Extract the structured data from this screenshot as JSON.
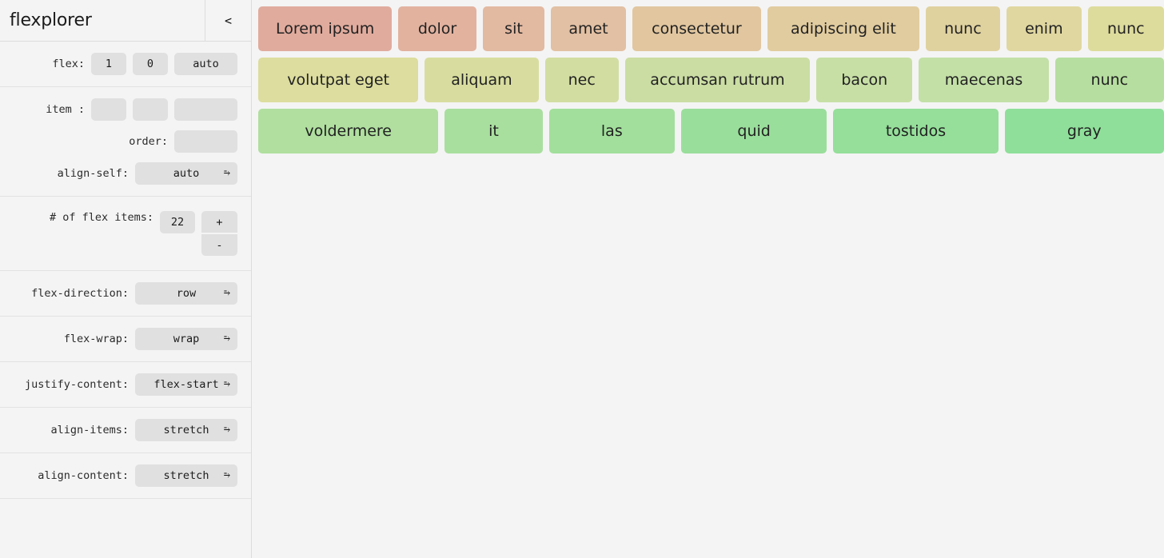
{
  "app": {
    "title": "flexplorer",
    "collapse_icon": "chevron-left-icon",
    "collapse_glyph": "<"
  },
  "sidebar": {
    "sections": [
      {
        "name": "flex-shorthand",
        "rows": [
          {
            "label": "flex:",
            "type": "triple-input",
            "values": [
              "1",
              "0",
              "auto"
            ]
          }
        ]
      },
      {
        "name": "item-settings",
        "rows": [
          {
            "label": "item :",
            "type": "triple-input",
            "values": [
              "",
              "",
              ""
            ]
          },
          {
            "label": "order:",
            "type": "input",
            "value": ""
          },
          {
            "label": "align-self:",
            "type": "select",
            "value": "auto"
          }
        ]
      },
      {
        "name": "item-count",
        "rows": [
          {
            "label": "# of flex items:",
            "type": "stepper",
            "value": "22",
            "plus_label": "+",
            "minus_label": "-"
          }
        ]
      },
      {
        "name": "flex-direction",
        "rows": [
          {
            "label": "flex-direction:",
            "type": "select",
            "value": "row"
          }
        ]
      },
      {
        "name": "flex-wrap",
        "rows": [
          {
            "label": "flex-wrap:",
            "type": "select",
            "value": "wrap"
          }
        ]
      },
      {
        "name": "justify-content",
        "rows": [
          {
            "label": "justify-content:",
            "type": "select",
            "value": "flex-start"
          }
        ]
      },
      {
        "name": "align-items",
        "rows": [
          {
            "label": "align-items:",
            "type": "select",
            "value": "stretch"
          }
        ]
      },
      {
        "name": "align-content",
        "rows": [
          {
            "label": "align-content:",
            "type": "select",
            "value": "stretch"
          }
        ]
      }
    ]
  },
  "canvas": {
    "items": [
      {
        "label": "Lorem ipsum",
        "color": "#e0ab9d",
        "grow": 152
      },
      {
        "label": "dolor",
        "color": "#e2b29f",
        "grow": 96
      },
      {
        "label": "sit",
        "color": "#e2b9a1",
        "grow": 76
      },
      {
        "label": "amet",
        "color": "#e2c0a3",
        "grow": 92
      },
      {
        "label": "consectetur",
        "color": "#e1c69f",
        "grow": 160
      },
      {
        "label": "adipiscing elit",
        "color": "#e1cc9f",
        "grow": 188
      },
      {
        "label": "nunc",
        "color": "#e0d29f",
        "grow": 92
      },
      {
        "label": "enim",
        "color": "#e0d7a0",
        "grow": 92
      },
      {
        "label": "nunc",
        "color": "#dedc9c",
        "grow": 94
      },
      {
        "label": "volutpat eget",
        "color": "#dcdd9e",
        "grow": 183
      },
      {
        "label": "aliquam",
        "color": "#d8dd9f",
        "grow": 125
      },
      {
        "label": "nec",
        "color": "#d2dda1",
        "grow": 75
      },
      {
        "label": "accumsan rutrum",
        "color": "#cbdda3",
        "grow": 214
      },
      {
        "label": "bacon",
        "color": "#c7dfa5",
        "grow": 103
      },
      {
        "label": "maecenas",
        "color": "#c3e0a7",
        "grow": 145
      },
      {
        "label": "nunc",
        "color": "#b6dea0",
        "grow": 119
      },
      {
        "label": "voldermere",
        "color": "#b0df9f",
        "grow": 171
      },
      {
        "label": "it",
        "color": "#a9df9e",
        "grow": 68
      },
      {
        "label": "las",
        "color": "#a2df9c",
        "grow": 103
      },
      {
        "label": "quid",
        "color": "#9ade9b",
        "grow": 128
      },
      {
        "label": "tostidos",
        "color": "#95df9a",
        "grow": 152
      },
      {
        "label": "gray",
        "color": "#8fdf9a",
        "grow": 145
      }
    ]
  }
}
